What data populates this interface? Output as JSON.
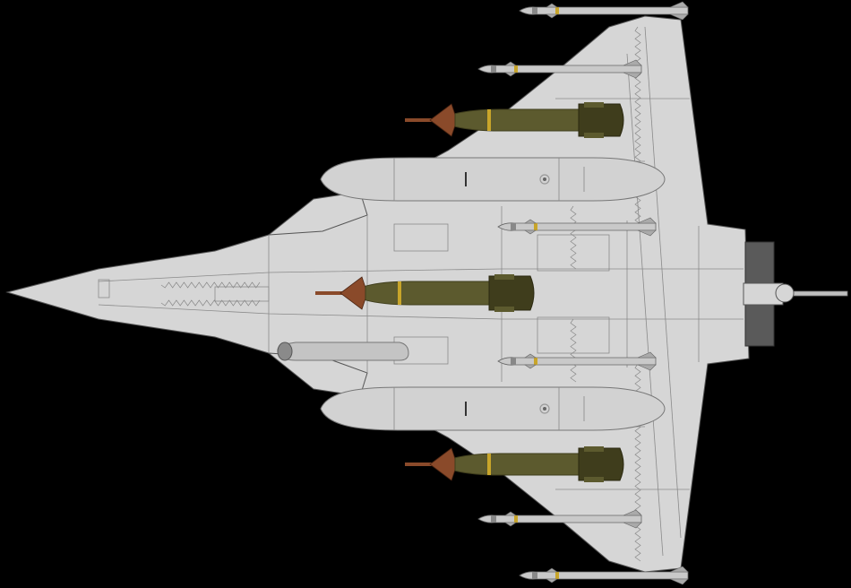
{
  "figure": {
    "background": "#000000",
    "airframe_color": "#d6d6d6",
    "panel_line_color": "#8a8a8a",
    "outline_color": "#555555",
    "munition_color": "#5c5a2e",
    "munition_shade": "#3f3d1c",
    "munition_band_color": "#c8a52a",
    "fin_color": "#8a4a2a",
    "missile_color": "#c9c9c9",
    "tank_color": "#d2d2d2",
    "roundel_color": "#9a9a9a",
    "exhaust_color": "#5a5a5a",
    "probe_color": "#bfbfbf"
  },
  "stores": {
    "tip_missiles": 2,
    "wing_missiles": 2,
    "wing_bombs": 2,
    "drop_tanks": 2,
    "fuselage_missiles": 2,
    "centerline_bombs": 1,
    "targeting_pod": 1
  }
}
